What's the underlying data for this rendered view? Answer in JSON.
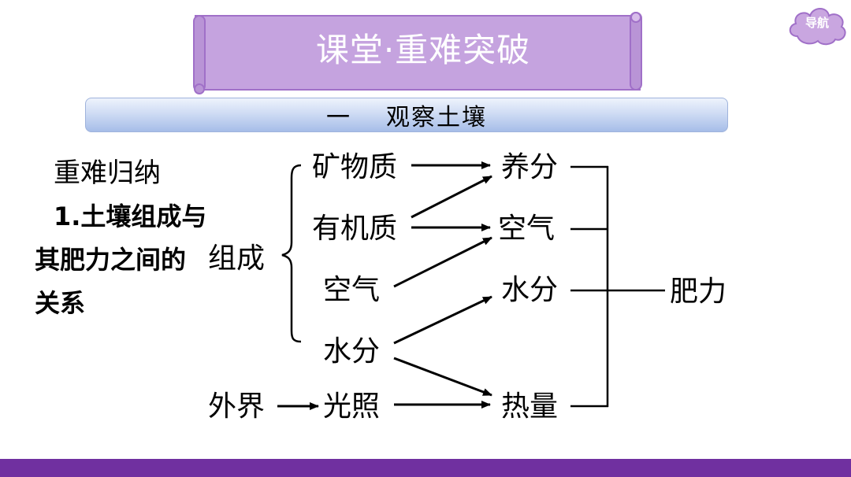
{
  "header": {
    "title": "课堂·重难突破",
    "nav_label": "导航"
  },
  "section": {
    "number": "一",
    "name": "观察土壤"
  },
  "left": {
    "heading": "重难归纳",
    "point": "1.土壤组成与其肥力之间的关系"
  },
  "diagram": {
    "group_label": "组成",
    "components": [
      "矿物质",
      "有机质",
      "空气",
      "水分"
    ],
    "external": "外界",
    "light": "光照",
    "factors": [
      "养分",
      "空气",
      "水分",
      "热量"
    ],
    "result": "肥力"
  },
  "colors": {
    "banner": "#c5a3df",
    "banner_border": "#a070c8",
    "bottom_bar": "#7030a0",
    "nav_cloud": "#c9a6e0"
  }
}
